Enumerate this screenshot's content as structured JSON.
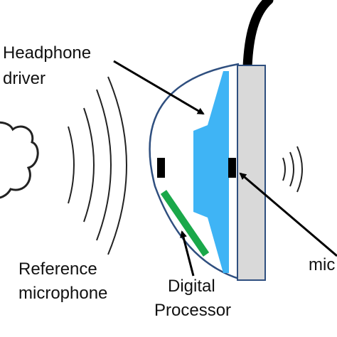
{
  "labels": {
    "headphone_driver_line1": "Headphone",
    "headphone_driver_line2": "driver",
    "reference_mic_line1": "Reference",
    "reference_mic_line2": "microphone",
    "digital_processor_line1": "Digital",
    "digital_processor_line2": "Processor",
    "error_mic_partial": "mic"
  },
  "colors": {
    "driver": "#3fb4f5",
    "processor": "#1aa84a",
    "housing_panel": "#d9d9d9",
    "outline": "#2f4f7f",
    "cable": "#000000",
    "wave": "#222222",
    "text": "#111111"
  },
  "icons": [
    "noise-source-cloud",
    "sound-wave-arcs",
    "microphone-block",
    "headphone-cable"
  ]
}
